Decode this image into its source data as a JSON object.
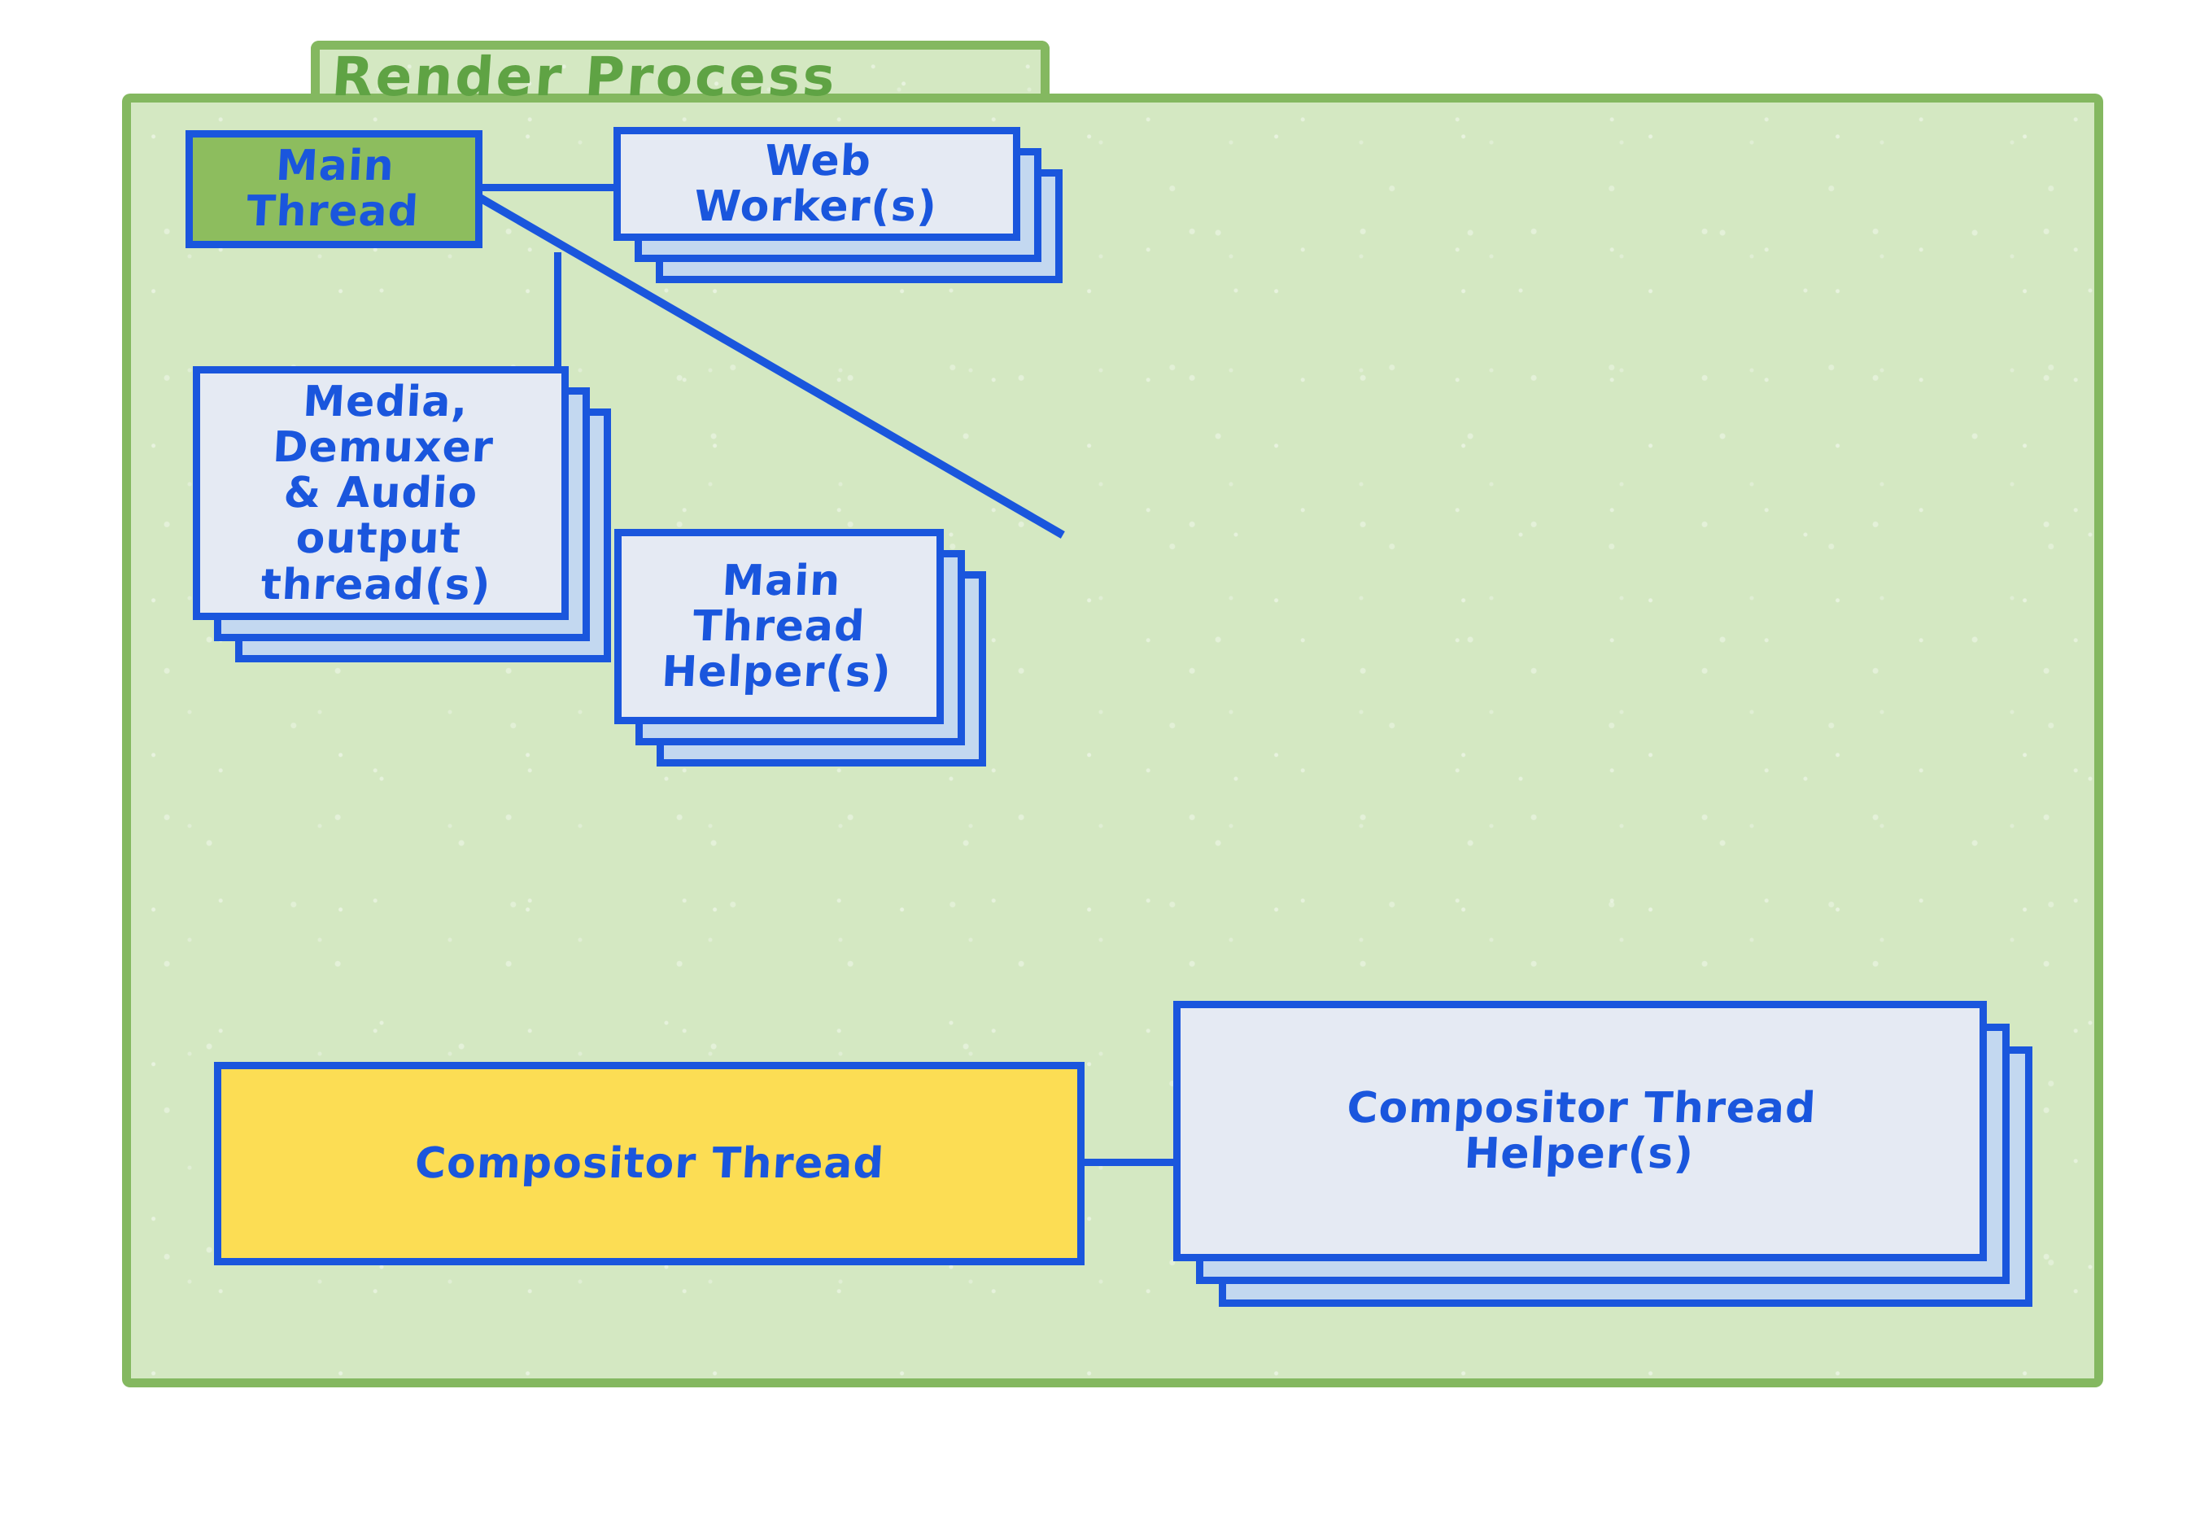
{
  "diagram": {
    "title": "Render Process",
    "colors": {
      "container_fill": "#d4e8c2",
      "container_border": "#84b860",
      "title_text": "#5fa344",
      "node_border": "#1a56dd",
      "node_text": "#1a56dd",
      "paper_fill": "#e5eaf3",
      "stack_fill": "#c3d8f0",
      "main_thread_fill": "#8dbd5e",
      "compositor_fill": "#fcdd54",
      "page_background": "#ffffff"
    },
    "nodes": [
      {
        "id": "main-thread",
        "label": "Main Thread",
        "fill": "#8dbd5e",
        "stacked": false,
        "stack_count": 1
      },
      {
        "id": "web-workers",
        "label": "Web Worker(s)",
        "fill": "#e5eaf3",
        "stacked": true,
        "stack_count": 3
      },
      {
        "id": "media-demuxer-audio",
        "label": "Media, Demuxer\n& Audio output\nthread(s)",
        "fill": "#e5eaf3",
        "stacked": true,
        "stack_count": 3
      },
      {
        "id": "main-thread-helpers",
        "label": "Main Thread\nHelper(s)",
        "fill": "#e5eaf3",
        "stacked": true,
        "stack_count": 3
      },
      {
        "id": "compositor-thread",
        "label": "Compositor Thread",
        "fill": "#fcdd54",
        "stacked": false,
        "stack_count": 1
      },
      {
        "id": "compositor-thread-helpers",
        "label": "Compositor Thread\nHelper(s)",
        "fill": "#e5eaf3",
        "stacked": true,
        "stack_count": 3
      }
    ],
    "connections": [
      {
        "id": "main-thread-to-web-workers",
        "from": "main-thread",
        "to": "web-workers",
        "style": "horizontal"
      },
      {
        "id": "main-thread-to-media",
        "from": "main-thread",
        "to": "media-demuxer-audio",
        "style": "vertical"
      },
      {
        "id": "main-thread-to-main-thread-helpers",
        "from": "main-thread",
        "to": "main-thread-helpers",
        "style": "diagonal"
      },
      {
        "id": "compositor-to-compositor-helpers",
        "from": "compositor-thread",
        "to": "compositor-thread-helpers",
        "style": "horizontal"
      }
    ]
  }
}
